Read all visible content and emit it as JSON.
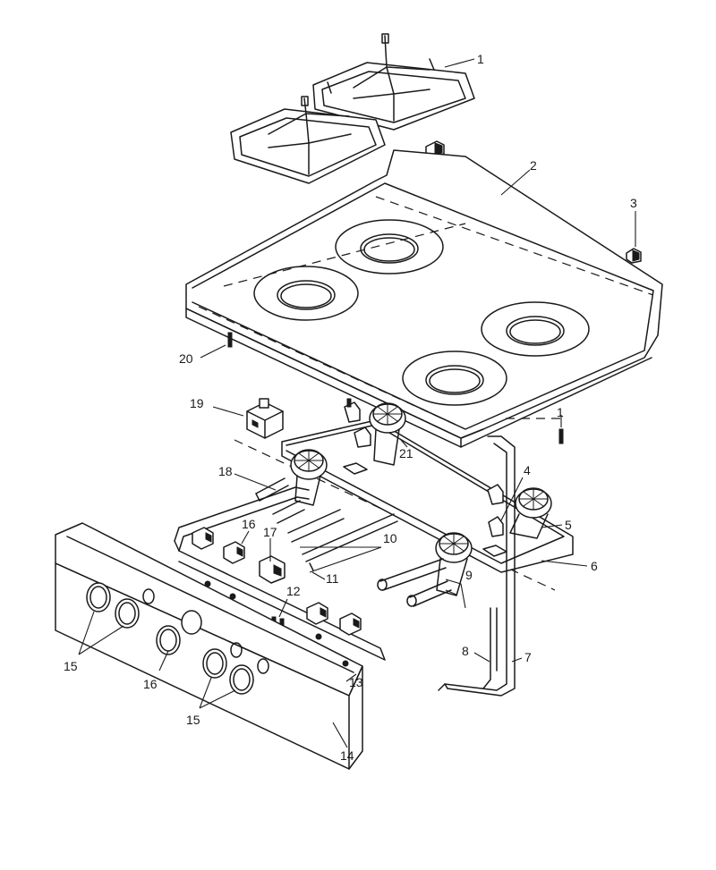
{
  "callouts": {
    "c1": "1",
    "c2": "2",
    "c3": "3",
    "c1b": "1",
    "c4": "4",
    "c5": "5",
    "c6": "6",
    "c7": "7",
    "c8": "8",
    "c9": "9",
    "c10": "10",
    "c11": "11",
    "c12": "12",
    "c13": "13",
    "c14": "14",
    "c15a": "15",
    "c15b": "15",
    "c16a": "16",
    "c16b": "16",
    "c17": "17",
    "c18": "18",
    "c19": "19",
    "c20": "20",
    "c21": "21"
  }
}
